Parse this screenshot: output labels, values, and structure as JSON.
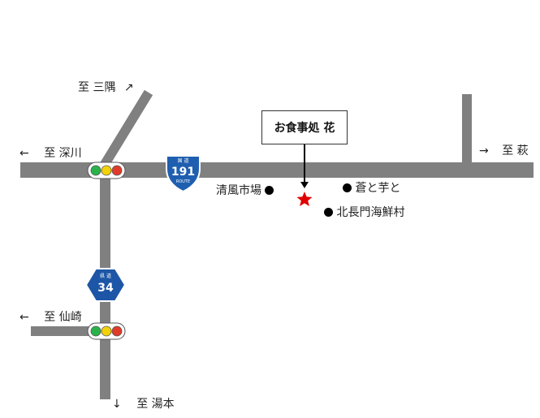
{
  "destinations": {
    "mitsukuma": {
      "text": "至 三隅",
      "arrow": "↗"
    },
    "fukagawa": {
      "text": "至 深川",
      "arrow": "←"
    },
    "hagi": {
      "text": "至 萩",
      "arrow": "→"
    },
    "senzaki": {
      "text": "至 仙崎",
      "arrow": "←"
    },
    "yumoto": {
      "text": "至 湯本",
      "arrow": "↓"
    }
  },
  "shop": {
    "name": "お食事処 花"
  },
  "landmarks": {
    "seifu": "清風市場",
    "soutoimo": "蒼と芋と",
    "kitanagato": "北長門海鮮村"
  },
  "route_shields": {
    "national": {
      "label": "国 道",
      "number": "191",
      "sub": "ROUTE"
    },
    "prefectural": {
      "label": "県 道",
      "number": "34"
    }
  },
  "colors": {
    "road": "#808080",
    "shield_national": "#1f5fb0",
    "shield_prefectural": "#1d56a6",
    "marker_star": "#e00000",
    "signal_green": "#2ab24a",
    "signal_yellow": "#f2d20a",
    "signal_red": "#e03a2a"
  }
}
